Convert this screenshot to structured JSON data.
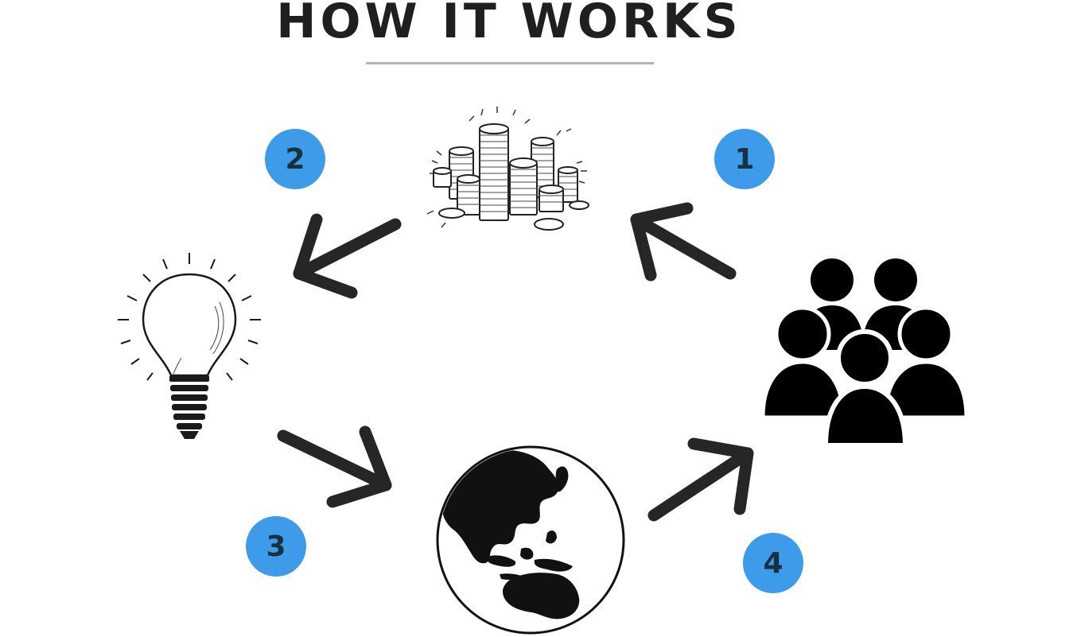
{
  "title": "HOW IT WORKS",
  "colors": {
    "badge": "#3d9be9",
    "badge_text": "#16323f",
    "arrow": "#262626",
    "rule": "#b3b3b3"
  },
  "steps": [
    {
      "number": "1",
      "from_icon": "people-icon",
      "to_icon": "coins-icon"
    },
    {
      "number": "2",
      "from_icon": "coins-icon",
      "to_icon": "lightbulb-icon"
    },
    {
      "number": "3",
      "from_icon": "lightbulb-icon",
      "to_icon": "globe-icon"
    },
    {
      "number": "4",
      "from_icon": "globe-icon",
      "to_icon": "people-icon"
    }
  ],
  "icons": [
    "coins-icon",
    "lightbulb-icon",
    "globe-icon",
    "people-icon"
  ]
}
